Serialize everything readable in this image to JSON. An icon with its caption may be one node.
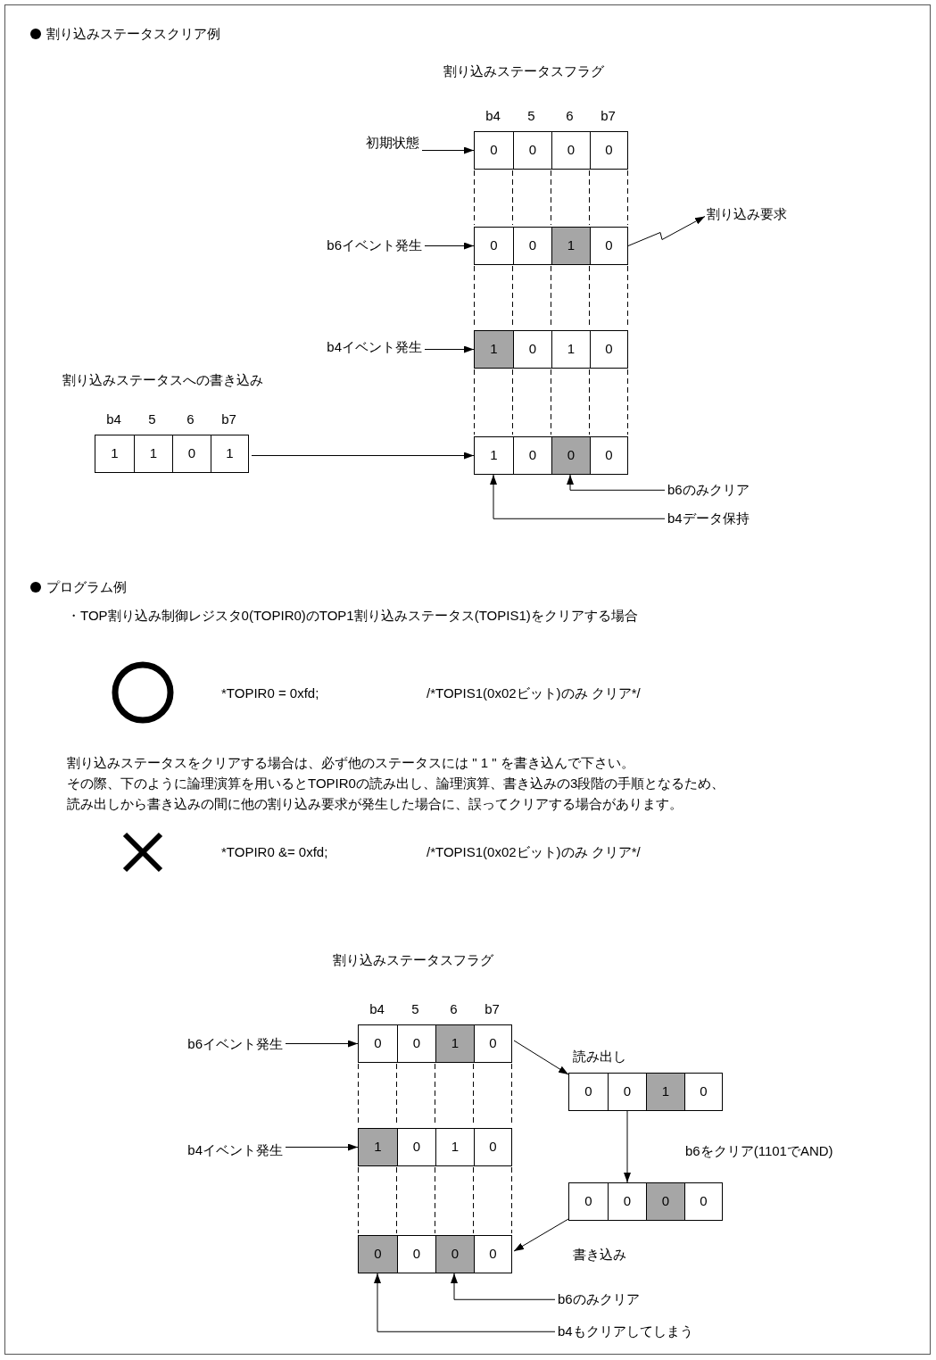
{
  "diagram": {
    "nodes": [
      {
        "text": [
          "初期状態"
        ]
      },
      {
        "text": [
          "0",
          "0",
          "0",
          "0"
        ],
        "beside": [
          "b4",
          "5",
          "6",
          "b7"
        ]
      },
      {
        "text": [
          "b6イベント発生"
        ]
      },
      {
        "text": [
          "0",
          "0",
          "1",
          "0"
        ]
      },
      {
        "text": [
          "割り込み要求"
        ]
      },
      {
        "text": [
          "b4イベント発生"
        ]
      },
      {
        "text": [
          "1",
          "0",
          "1",
          "0"
        ]
      },
      {
        "text": [
          "1",
          "1",
          "0",
          "1"
        ],
        "beside": [
          "b4",
          "5",
          "6",
          "b7"
        ]
      },
      {
        "text": [
          "1",
          "0",
          "0",
          "0"
        ]
      },
      {
        "text": [
          "b6のみクリア"
        ]
      },
      {
        "text": [
          "b4データ保持"
        ]
      },
      {
        "text": [
          "b6イベント発生"
        ]
      },
      {
        "text": [
          "0",
          "0",
          "1",
          "0"
        ],
        "beside": [
          "b4",
          "5",
          "6",
          "b7"
        ]
      },
      {
        "text": [
          "0",
          "0",
          "1",
          "0"
        ]
      },
      {
        "text": [
          "b4イベント発生"
        ]
      },
      {
        "text": [
          "1",
          "0",
          "1",
          "0"
        ]
      },
      {
        "text": [
          "0",
          "0",
          "0",
          "0"
        ]
      },
      {
        "text": [
          "0",
          "0",
          "0",
          "0"
        ]
      },
      {
        "text": [
          "b6のみクリア"
        ]
      },
      {
        "text": [
          "b4もクリアしてしまう"
        ]
      }
    ],
    "edges": [
      {
        "from": 0,
        "to": 1,
        "arrow": "to"
      },
      {
        "from": 2,
        "to": 3,
        "arrow": "to"
      },
      {
        "from": 3,
        "to": 4,
        "arrow": "to"
      },
      {
        "from": 5,
        "to": 6,
        "arrow": "to"
      },
      {
        "from": 7,
        "to": 8,
        "arrow": "to"
      },
      {
        "from": 9,
        "to": 8,
        "arrow": "to"
      },
      {
        "from": 10,
        "to": 8,
        "arrow": "to"
      },
      {
        "from": 11,
        "to": 12,
        "arrow": "to"
      },
      {
        "from": 12,
        "to": 13,
        "arrow": "to",
        "label": "読み出し"
      },
      {
        "from": 13,
        "to": 16,
        "arrow": "to",
        "label": "b6をクリア(1101でAND)"
      },
      {
        "from": 16,
        "to": 17,
        "arrow": "to",
        "label": "書き込み"
      },
      {
        "from": 14,
        "to": 15,
        "arrow": "to"
      },
      {
        "from": 18,
        "to": 17,
        "arrow": "to"
      },
      {
        "from": 19,
        "to": 17,
        "arrow": "to"
      }
    ],
    "labels": [
      "割り込みステータスクリア例",
      "割り込みステータスフラグ",
      "割り込みステータスへの書き込み",
      "プログラム例",
      "・TOP割り込み制御レジスタ0(TOPIR0)のTOP1割り込みステータス(TOPIS1)をクリアする場合",
      "*TOPIR0 = 0xfd;",
      "/*TOPIS1(0x02ビット)のみ クリア*/",
      "割り込みステータスをクリアする場合は、必ず他のステータスには \" 1 \" を書き込んで下さい。",
      "その際、下のように論理演算を用いるとTOPIR0の読み出し、論理演算、書き込みの3段階の手順となるため、",
      "読み出しから書き込みの間に他の割り込み要求が発生した場合に、誤ってクリアする場合があります。",
      "*TOPIR0 &= 0xfd;",
      "/*TOPIS1(0x02ビット)のみ クリア*/",
      "割り込みステータスフラグ"
    ]
  }
}
